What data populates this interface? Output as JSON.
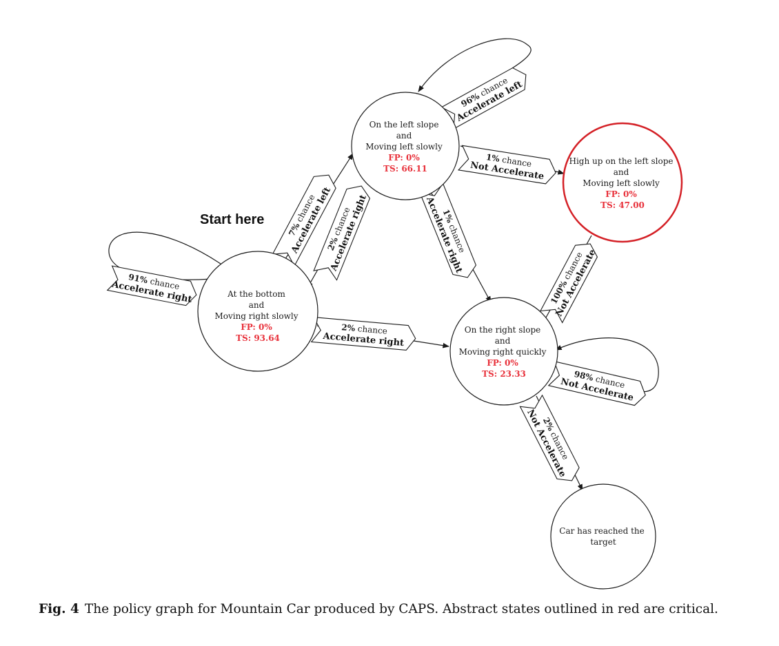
{
  "start_label": "Start here",
  "states": {
    "left": {
      "lines": [
        "On the left slope",
        "and",
        "Moving left slowly"
      ],
      "fp": "FP: 0%",
      "ts": "TS: 66.11",
      "critical": false
    },
    "high": {
      "lines": [
        "High up on the left slope",
        "and",
        "Moving left slowly"
      ],
      "fp": "FP: 0%",
      "ts": "TS: 47.00",
      "critical": true
    },
    "bottom": {
      "lines": [
        "At the bottom",
        "and",
        "Moving right slowly"
      ],
      "fp": "FP: 0%",
      "ts": "TS: 93.64",
      "critical": false
    },
    "right": {
      "lines": [
        "On the right slope",
        "and",
        "Moving right quickly"
      ],
      "fp": "FP: 0%",
      "ts": "TS: 23.33",
      "critical": false
    },
    "target": {
      "lines": [
        "Car has reached the",
        "target"
      ],
      "critical": false
    }
  },
  "transitions": [
    {
      "id": "left_self",
      "pct": "96%",
      "chance": "chance",
      "action": "Accelerate left"
    },
    {
      "id": "left_high",
      "pct": "1%",
      "chance": "chance",
      "action": "Not Accelerate"
    },
    {
      "id": "left_right",
      "pct": "1%",
      "chance": "chance",
      "action": "Accelerate right"
    },
    {
      "id": "left_bottom",
      "pct": "2%",
      "chance": "chance",
      "action": "Accelerate right"
    },
    {
      "id": "bottom_left",
      "pct": "7%",
      "chance": "chance",
      "action": "Accelerate left"
    },
    {
      "id": "bottom_self",
      "pct": "91%",
      "chance": "chance",
      "action": "Accelerate right"
    },
    {
      "id": "bottom_right",
      "pct": "2%",
      "chance": "chance",
      "action": "Accelerate right"
    },
    {
      "id": "high_right",
      "pct": "100%",
      "chance": "chance",
      "action": "Not Accelerate"
    },
    {
      "id": "right_self",
      "pct": "98%",
      "chance": "chance",
      "action": "Not Accelerate"
    },
    {
      "id": "right_target",
      "pct": "2%",
      "chance": "chance",
      "action": "Not Accelerate"
    }
  ],
  "caption": {
    "fig": "Fig. 4",
    "text": "The policy graph for Mountain Car produced by CAPS. Abstract states outlined in red are critical."
  },
  "colors": {
    "critical_outline": "#d42026",
    "metric_text": "#e8303a",
    "outline": "#1a1a1a"
  }
}
